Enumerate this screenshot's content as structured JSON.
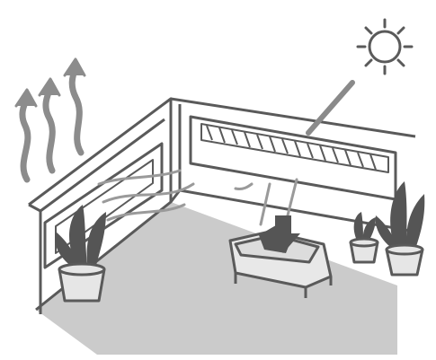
{
  "diagram": {
    "elements": [
      {
        "id": "sun",
        "icon": "sun-icon"
      },
      {
        "id": "sunlight-ray",
        "icon": "sunlight-arrow-icon"
      },
      {
        "id": "warm-air-outflow",
        "icon": "heat-arrows-icon",
        "count": 3
      },
      {
        "id": "room-floor",
        "icon": "floor-icon"
      },
      {
        "id": "corner-walls",
        "icon": "walls-icon"
      },
      {
        "id": "clerestory-vent",
        "icon": "vent-window-icon"
      },
      {
        "id": "side-window",
        "icon": "window-icon"
      },
      {
        "id": "sofa",
        "icon": "sofa-icon"
      },
      {
        "id": "potted-plants",
        "icon": "potted-plant-icon",
        "count": 3
      }
    ],
    "colors": {
      "line": "#5a5a5a",
      "floor": "#c9c9c9",
      "plant": "#555555",
      "pot": "#e6e6e6",
      "background": "#ffffff"
    }
  }
}
